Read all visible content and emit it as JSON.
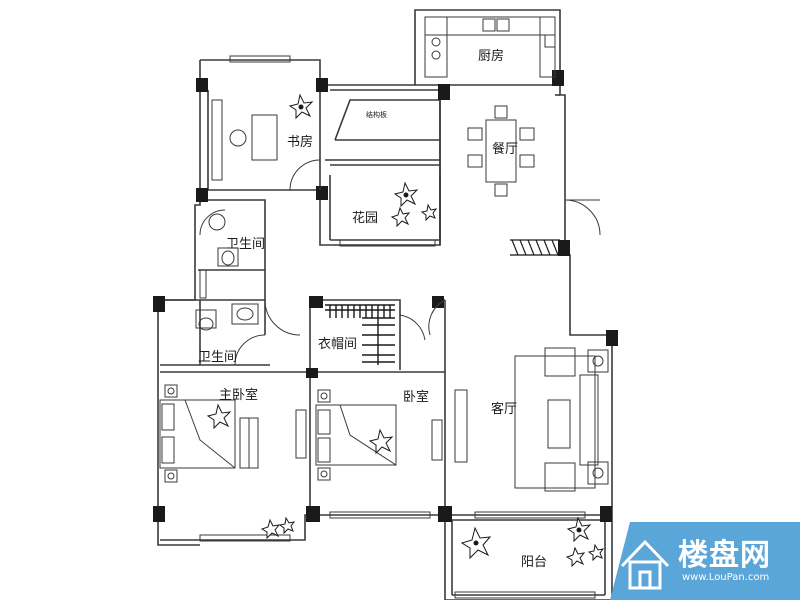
{
  "rooms": {
    "study": "书房",
    "kitchen": "厨房",
    "dining": "餐厅",
    "garden": "花园",
    "structural_slab": "结构板",
    "bathroom_upper": "卫生间",
    "bathroom_lower": "卫生间",
    "closet": "衣帽间",
    "master_bedroom": "主卧室",
    "bedroom": "卧室",
    "living_room": "客厅",
    "balcony": "阳台"
  },
  "watermark": {
    "brand": "楼盘网",
    "url": "www.LouPan.com"
  },
  "colors": {
    "wall": "#1a1a1a",
    "line": "#3a3a3a",
    "watermark": "#5aa6d8"
  }
}
